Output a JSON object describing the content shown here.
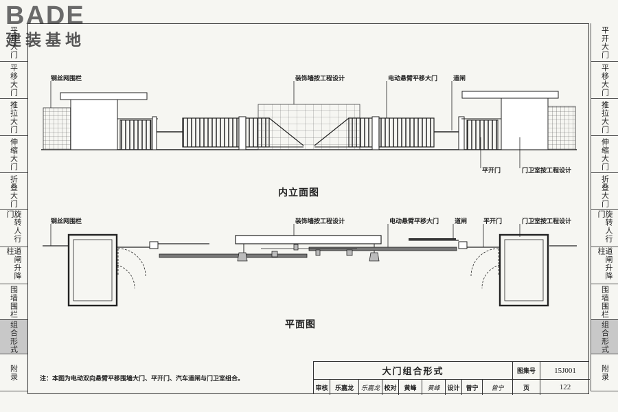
{
  "logo": {
    "brand": "BADE",
    "subtitle": "建装基地"
  },
  "sidebar_left": [
    "平开大门",
    "平移大门",
    "推拉大门",
    "伸缩大门",
    "折叠大门",
    "旋转人行门",
    "道闸升降柱",
    "围墙围栏",
    "组合形式",
    "附录"
  ],
  "sidebar_right": [
    "平开大门",
    "平移大门",
    "推拉大门",
    "伸缩大门",
    "折叠大门",
    "旋转人行门",
    "道闸升降柱",
    "围墙围栏",
    "组合形式",
    "附录"
  ],
  "active_index": 8,
  "elevation": {
    "title": "内立面图",
    "labels": {
      "fence": "钢丝网围栏",
      "facade": "装饰墙按工程设计",
      "gate": "电动悬臂平移大门",
      "barrier": "道闸",
      "swing_door": "平开门",
      "guard_room": "门卫室按工程设计"
    }
  },
  "plan": {
    "title": "平面图",
    "labels": {
      "fence": "钢丝网围栏",
      "facade": "装饰墙按工程设计",
      "gate": "电动悬臂平移大门",
      "barrier": "道闸",
      "swing_door": "平开门",
      "guard_room": "门卫室按工程设计"
    }
  },
  "note": "注：本图为电动双向悬臂平移围墙大门、平开门、汽车道闸与门卫室组合。",
  "title_block": {
    "drawing_title": "大门组合形式",
    "atlas_label": "图集号",
    "atlas_number": "15J001",
    "review_label": "审核",
    "reviewer": "乐嘉龙",
    "reviewer_sign": "乐嘉龙",
    "check_label": "校对",
    "checker": "黄峰",
    "checker_sign": "黄峰",
    "design_label": "设计",
    "designer": "曾宁",
    "designer_sign": "曾宁",
    "page_label": "页",
    "page_number": "122"
  }
}
